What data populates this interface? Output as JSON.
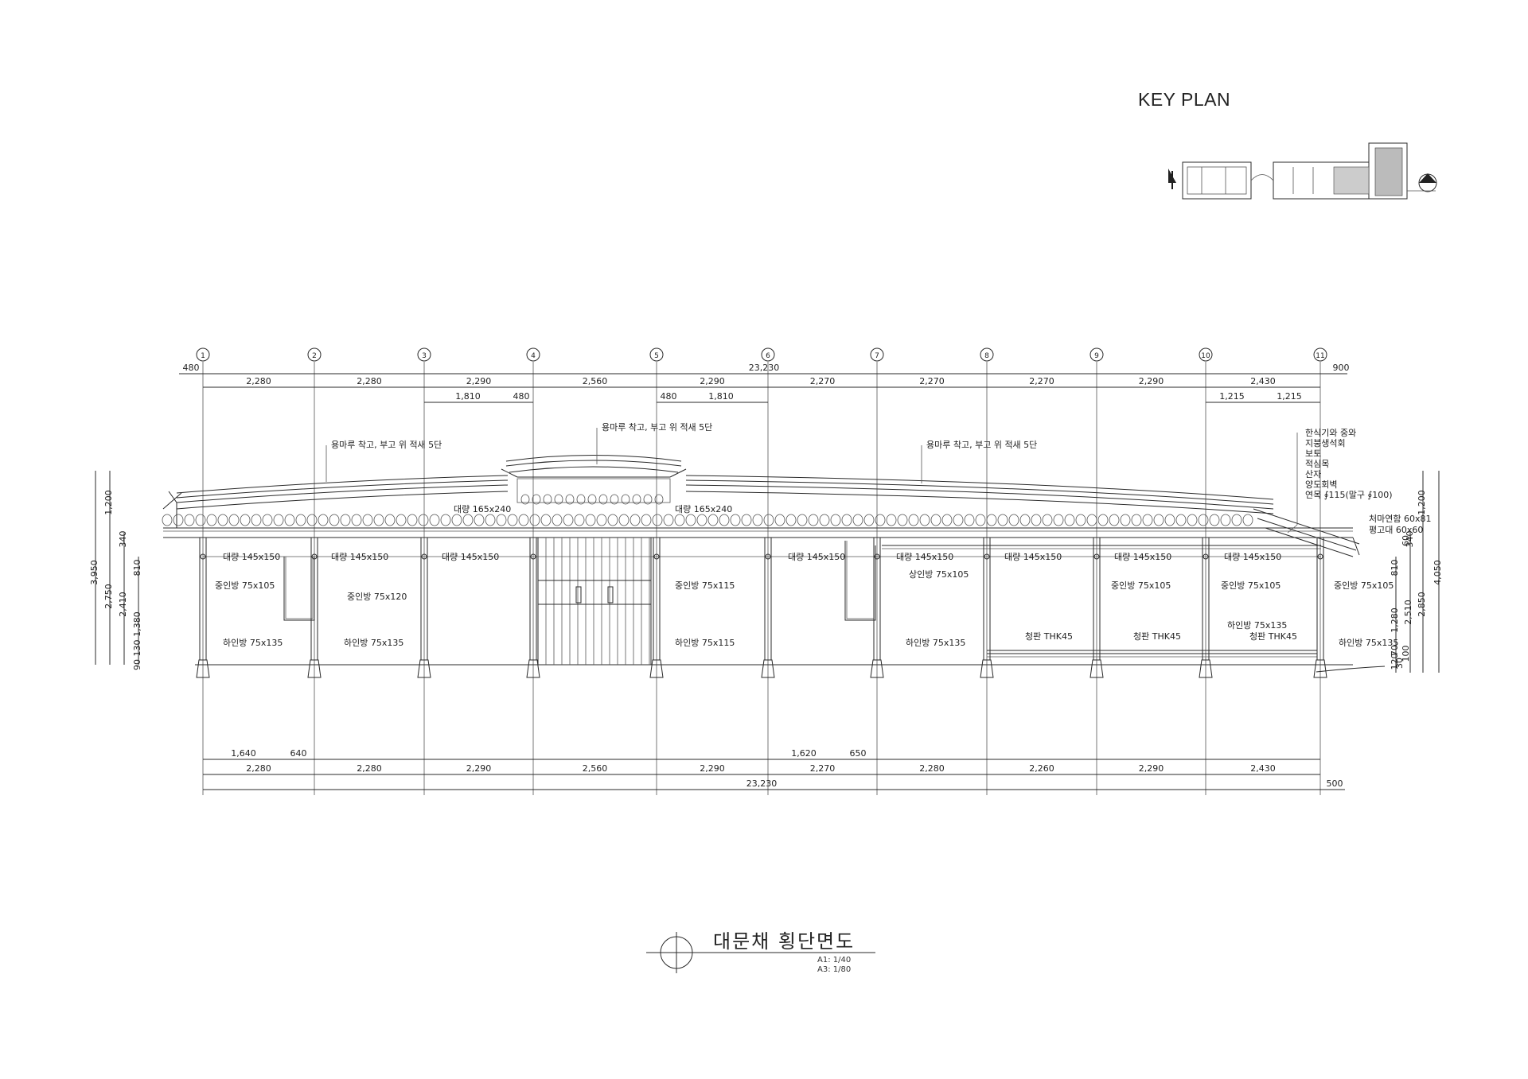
{
  "key_plan": {
    "title": "KEY PLAN"
  },
  "drawing_title": {
    "main": "대문채 횡단면도",
    "scale_a1": "A1: 1/40",
    "scale_a3": "A3: 1/80"
  },
  "grid_axes": [
    "1",
    "2",
    "3",
    "4",
    "5",
    "6",
    "7",
    "8",
    "9",
    "10",
    "11"
  ],
  "top_dims": {
    "overall": "23,230",
    "left_offset": "480",
    "right_offset": "900",
    "spans": [
      "2,280",
      "2,280",
      "2,290",
      "2,560",
      "2,290",
      "2,270",
      "2,270",
      "2,270",
      "2,290",
      "2,430"
    ],
    "sub_left": [
      "1,810",
      "480"
    ],
    "sub_mid": [
      "480",
      "1,810"
    ],
    "sub_right": [
      "1,215",
      "1,215"
    ]
  },
  "bottom_dims": {
    "overall": "23,230",
    "right_offset": "500",
    "spans": [
      "2,280",
      "2,280",
      "2,290",
      "2,560",
      "2,290",
      "2,270",
      "2,280",
      "2,260",
      "2,290",
      "2,430"
    ],
    "sub_a": [
      "1,640",
      "640"
    ],
    "sub_b": [
      "1,620",
      "650"
    ]
  },
  "left_dims": [
    "3,950",
    "2,750",
    "1,200",
    "340",
    "2,410",
    "810",
    "1,380",
    "130",
    "90"
  ],
  "right_dims": [
    "4,050",
    "1,200",
    "2,850",
    "2,510",
    "340",
    "810",
    "1,280",
    "60",
    "100",
    "30",
    "70",
    "120"
  ],
  "roof_notes": {
    "left": "용마루 착고, 부고 위 적새 5단",
    "center": "용마루 착고, 부고 위 적새 5단",
    "right": "용마루 착고, 부고 위 적새 5단"
  },
  "eave_notes": [
    "한식기와 중와",
    "지붕생석회",
    "보토",
    "적심목",
    "산자",
    "양도회벽",
    "연목 ∮115(말구 ∮100)"
  ],
  "eave_side": [
    "처마연함 60x81",
    "평고대 60x60"
  ],
  "beam_labels": {
    "daeryang_main": [
      "대량 165x240",
      "대량 165x240"
    ],
    "daeryang": [
      "대량 145x150",
      "대량 145x150",
      "대량 145x150",
      "대량 145x150",
      "대량 145x150",
      "대량 145x150",
      "대량 145x150",
      "대량 145x150"
    ],
    "jungin": [
      "중인방 75x105",
      "중인방 75x120",
      "중인방 75x115",
      "상인방 75x105",
      "중인방 75x105",
      "중인방 75x105",
      "중인방 75x105"
    ],
    "hain": [
      "하인방 75x135",
      "하인방 75x135",
      "하인방 75x115",
      "하인방 75x135",
      "하인방 75x135",
      "하인방 75x135"
    ],
    "floor": [
      "청판 THK45",
      "청판 THK45",
      "청판 THK45"
    ]
  },
  "colors": {
    "line": "#2a2a2a",
    "background": "#ffffff"
  }
}
